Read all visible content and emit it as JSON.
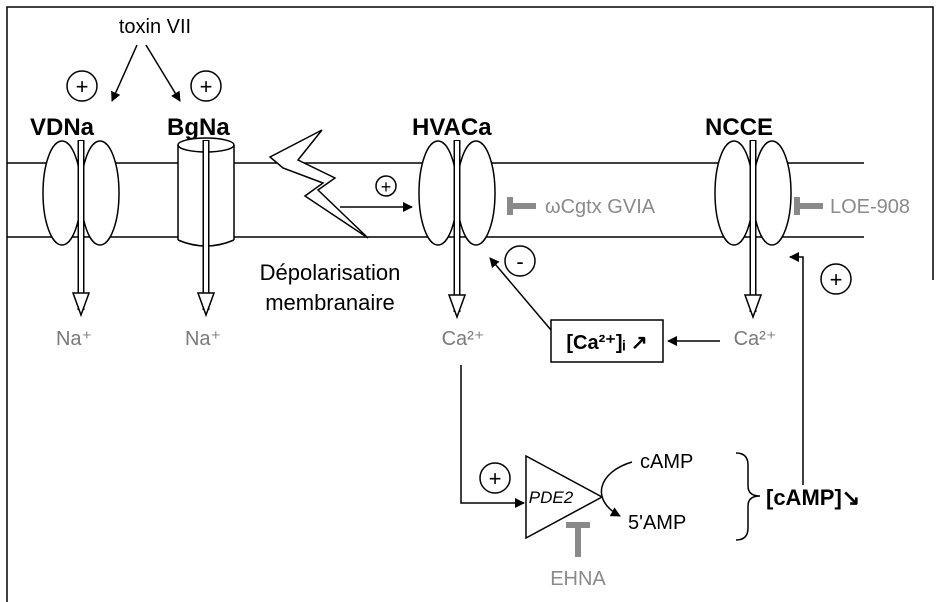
{
  "labels": {
    "toxin": "toxin VII",
    "vdna": "VDNa",
    "bgna": "BgNa",
    "hvaca": "HVACa",
    "ncce": "NCCE",
    "cgtx": "ωCgtx GVIA",
    "loe": "LOE-908",
    "depol_line1": "Dépolarisation",
    "depol_line2": "membranaire",
    "na1": "Na⁺",
    "na2": "Na⁺",
    "ca1": "Ca²⁺",
    "ca2": "Ca²⁺",
    "ca_i_box": "[Ca²⁺]ᵢ ↗",
    "pde2": "PDE2",
    "camp": "cAMP",
    "amp5": "5'AMP",
    "camp_level": "[cAMP]↘",
    "ehna": "EHNA",
    "plus": "+",
    "minus": "-"
  }
}
